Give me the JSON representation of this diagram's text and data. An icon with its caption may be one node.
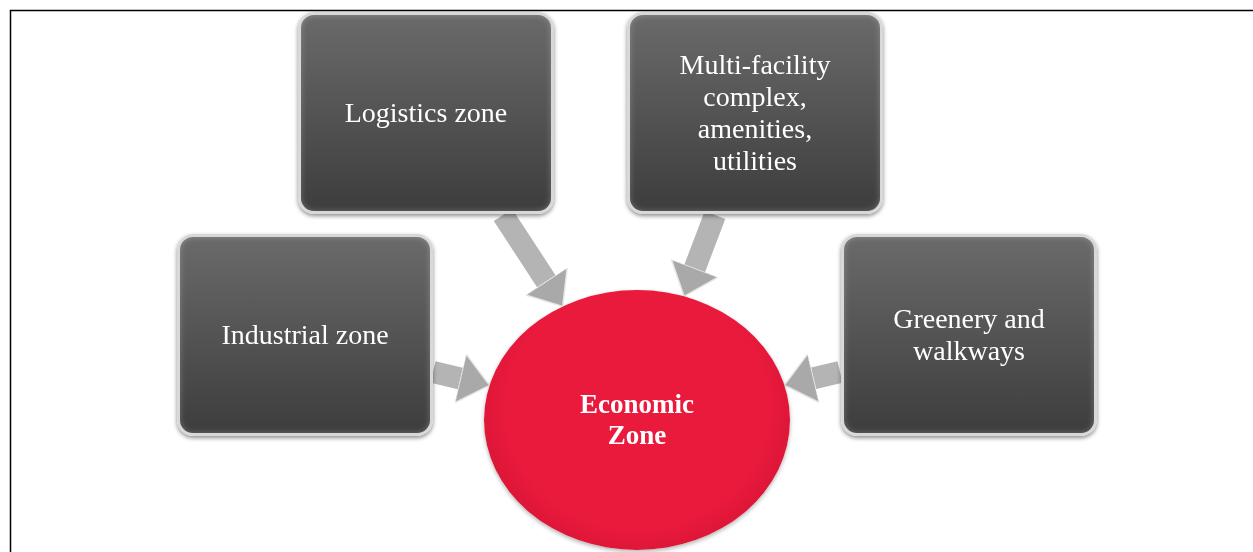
{
  "diagram": {
    "nodes": [
      {
        "text": [
          "Logistics zone"
        ]
      },
      {
        "text": [
          "Multi-facility complex, amenities, utilities"
        ]
      },
      {
        "text": [
          "Industrial zone"
        ]
      },
      {
        "text": [
          "Greenery and walkways"
        ]
      },
      {
        "text": [
          "Economic Zone"
        ]
      }
    ],
    "edges": [
      {
        "from": 0,
        "to": 4,
        "arrow": "to"
      },
      {
        "from": 1,
        "to": 4,
        "arrow": "to"
      },
      {
        "from": 2,
        "to": 4,
        "arrow": "to"
      },
      {
        "from": 3,
        "to": 4,
        "arrow": "to"
      }
    ]
  }
}
